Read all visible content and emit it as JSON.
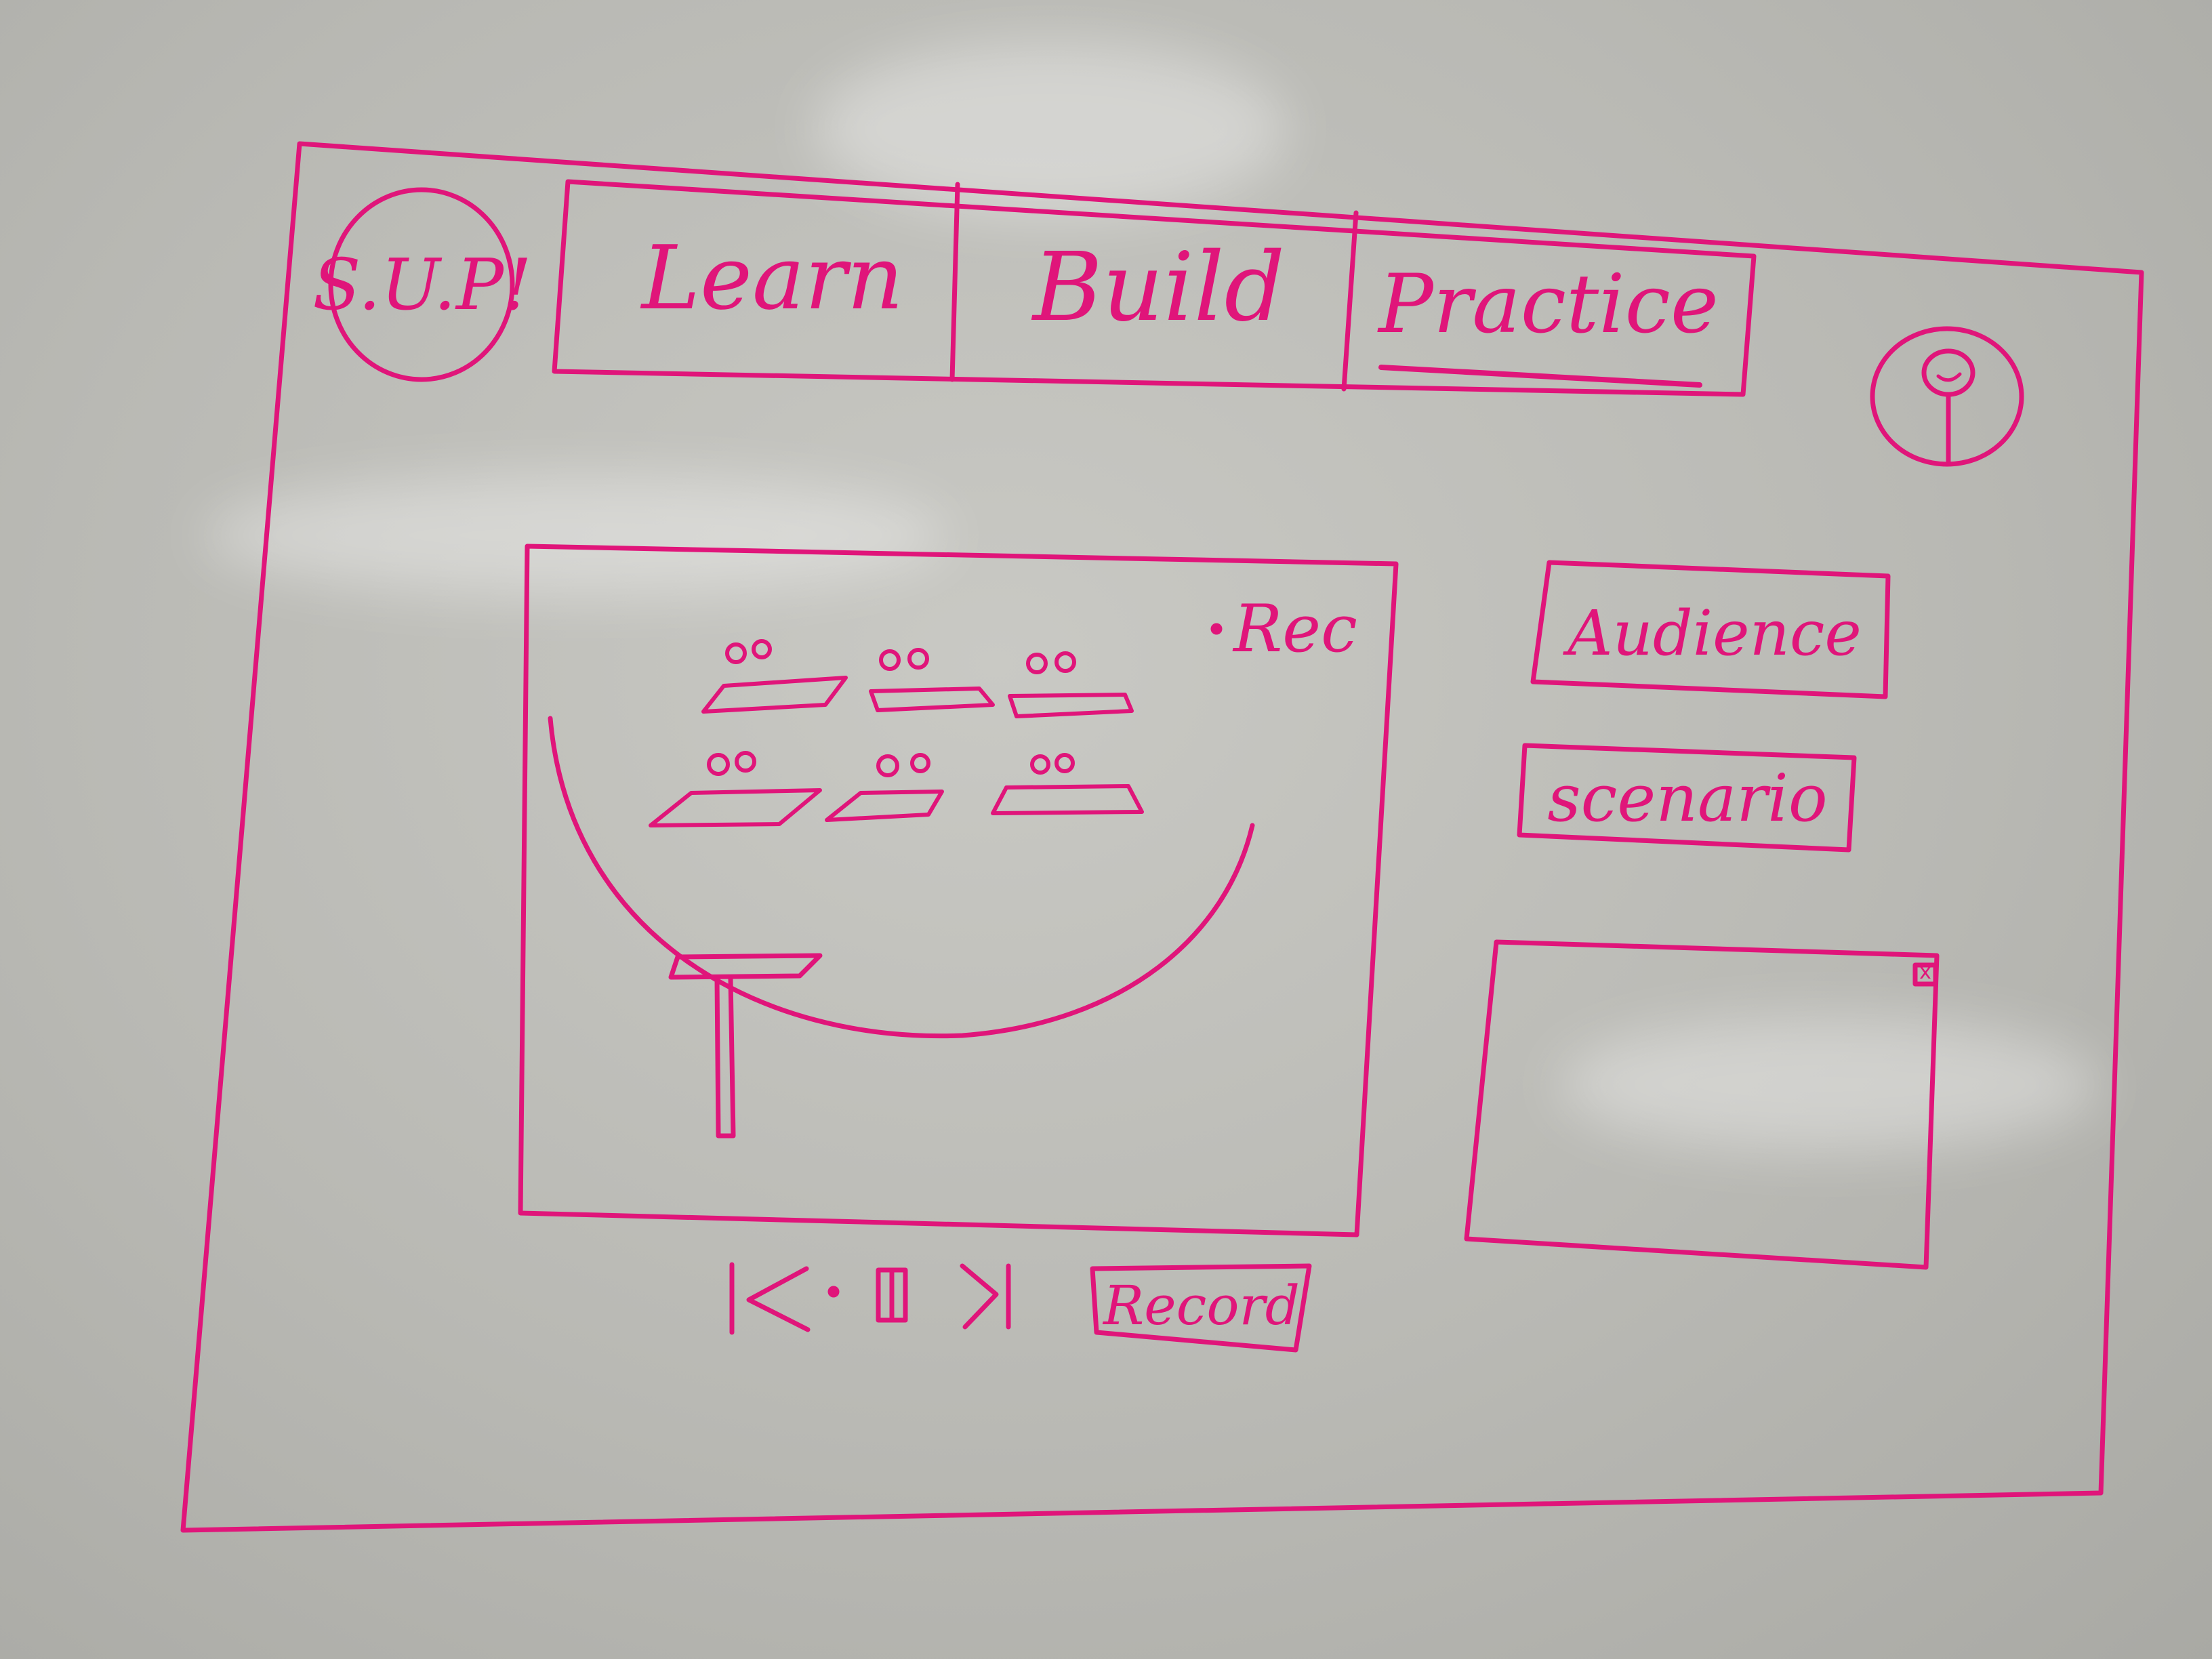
{
  "colors": {
    "marker": "#e0157a",
    "board": "#c2c2bd"
  },
  "header": {
    "logo_text": "S.U.P!",
    "tabs": [
      {
        "label": "Learn",
        "active": false
      },
      {
        "label": "Build",
        "active": false
      },
      {
        "label": "Practice",
        "active": true
      }
    ],
    "profile_icon": "user-avatar-icon"
  },
  "stage": {
    "rec_label": "Rec"
  },
  "side": {
    "audience_label": "Audience",
    "scenario_label": "scenario",
    "close_icon": "close-icon",
    "close_glyph": "x"
  },
  "controls": {
    "prev_icon": "skip-back-icon",
    "pause_icon": "pause-icon",
    "next_icon": "skip-forward-icon",
    "record_label": "Record"
  }
}
